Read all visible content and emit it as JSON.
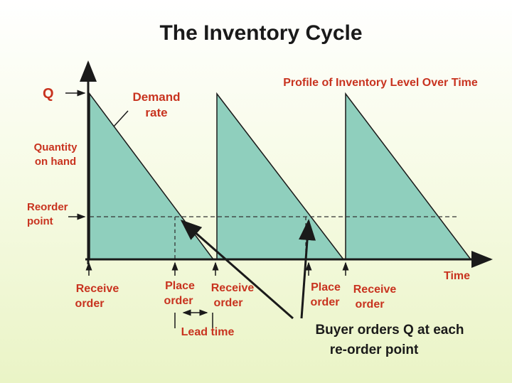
{
  "title": "The Inventory Cycle",
  "profile_label": "Profile of Inventory Level Over Time",
  "y_axis": {
    "q_label": "Q",
    "quantity_label_line1": "Quantity",
    "quantity_label_line2": "on hand",
    "reorder_label_line1": "Reorder",
    "reorder_label_line2": "point"
  },
  "demand_label_line1": "Demand",
  "demand_label_line2": "rate",
  "x_axis_label": "Time",
  "events": [
    {
      "line1": "Receive",
      "line2": "order"
    },
    {
      "line1": "Place",
      "line2": "order"
    },
    {
      "line1": "Receive",
      "line2": "order"
    },
    {
      "line1": "Place",
      "line2": "order"
    },
    {
      "line1": "Receive",
      "line2": "order"
    }
  ],
  "lead_time_label": "Lead time",
  "note_line1": "Buyer orders Q at each",
  "note_line2": "re-order point",
  "colors": {
    "fill": "#8fcfbd",
    "text_red": "#c8331f",
    "line": "#1a1a1a"
  }
}
